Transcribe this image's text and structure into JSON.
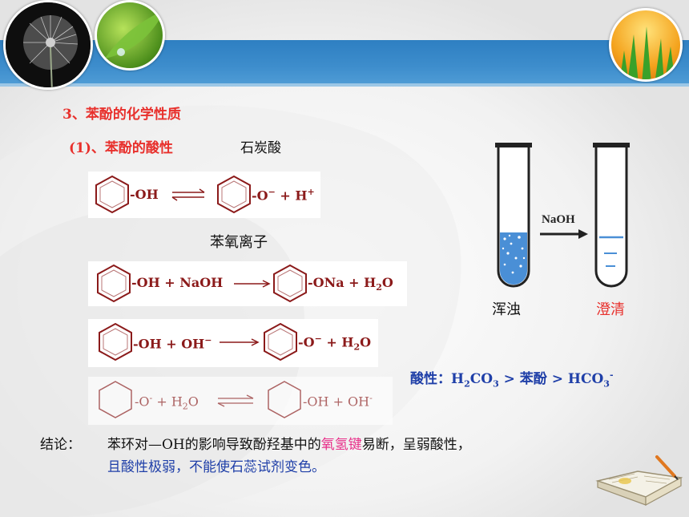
{
  "heading": "3、苯酚的化学性质",
  "subheading": "(1)、苯酚的酸性",
  "carbonic_acid": "石炭酸",
  "eq1": {
    "left": "OH",
    "right_ion": "O",
    "right_charge": "−",
    "plus": "+ H",
    "h_charge": "+"
  },
  "phenoxide_label": "苯氧离子",
  "eq2": {
    "left": "OH + NaOH",
    "right": "ONa + H",
    "sub": "2",
    "o": "O"
  },
  "eq3": {
    "left": "OH + OH",
    "left_charge": "−",
    "right": "O",
    "right_charge": "−",
    "water": "+ H",
    "sub": "2",
    "o": "O"
  },
  "eq4": {
    "left": "O",
    "left_charge": "-",
    "left_water": "+ H",
    "sub": "2",
    "o": "O",
    "right": "OH  + OH",
    "right_charge": "-"
  },
  "tubes": {
    "reagent": "NaOH",
    "left_label": "浑浊",
    "right_label": "澄清"
  },
  "acidity": {
    "prefix": "酸性：H",
    "sub1": "2",
    "mid": "CO",
    "sub2": "3",
    "gt1": "  > 苯酚 > HCO",
    "sub3": "3",
    "charge": "-"
  },
  "conclusion": {
    "label": "结论：",
    "line1_a": "苯环对—OH的影响导致酚羟基中的",
    "line1_b": "氧氢键",
    "line1_c": "易断，呈弱酸性，",
    "line2": "且酸性极弱，不能使石蕊试剂变色。"
  },
  "colors": {
    "accent_red": "#e8302c",
    "accent_blue": "#1f3fa8",
    "header_blue": "#2e7fc2",
    "pink": "#e8308a"
  }
}
